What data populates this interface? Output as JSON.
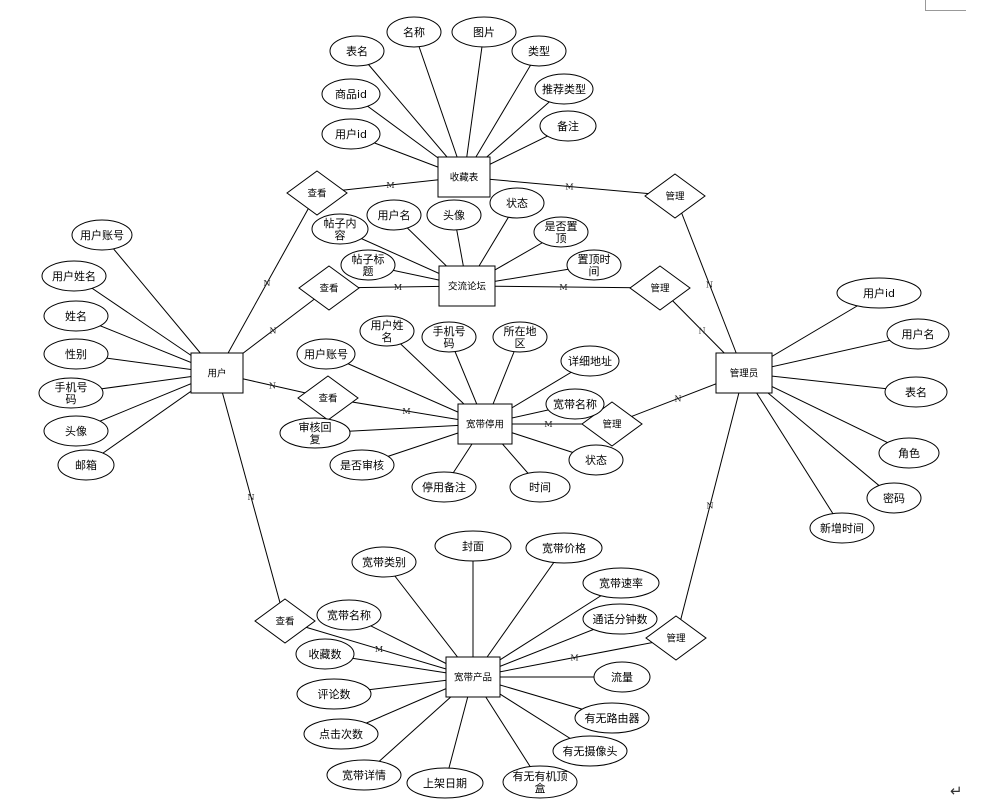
{
  "entities": [
    {
      "id": "fav",
      "label": "收藏表"
    },
    {
      "id": "forum",
      "label": "交流论坛"
    },
    {
      "id": "susp",
      "label": "宽带停用"
    },
    {
      "id": "user",
      "label": "用户"
    },
    {
      "id": "admin",
      "label": "管理员"
    },
    {
      "id": "prod",
      "label": "宽带产品"
    }
  ],
  "relations": [
    {
      "id": "r_fav_user",
      "label": "查看"
    },
    {
      "id": "r_forum_user",
      "label": "查看"
    },
    {
      "id": "r_susp_user",
      "label": "查看"
    },
    {
      "id": "r_prod_user",
      "label": "查看"
    },
    {
      "id": "r_fav_admin",
      "label": "管理"
    },
    {
      "id": "r_forum_admin",
      "label": "管理"
    },
    {
      "id": "r_susp_admin",
      "label": "管理"
    },
    {
      "id": "r_prod_admin",
      "label": "管理"
    }
  ],
  "attributes": [
    {
      "id": "a1",
      "lines": [
        "表名"
      ]
    },
    {
      "id": "a2",
      "lines": [
        "名称"
      ]
    },
    {
      "id": "a3",
      "lines": [
        "图片"
      ]
    },
    {
      "id": "a4",
      "lines": [
        "类型"
      ]
    },
    {
      "id": "a5",
      "lines": [
        "商品id"
      ]
    },
    {
      "id": "a6",
      "lines": [
        "推荐类型"
      ]
    },
    {
      "id": "a7",
      "lines": [
        "备注"
      ]
    },
    {
      "id": "a8",
      "lines": [
        "用户id"
      ]
    },
    {
      "id": "b1",
      "lines": [
        "帖子内",
        "容"
      ]
    },
    {
      "id": "b2",
      "lines": [
        "用户名"
      ]
    },
    {
      "id": "b3",
      "lines": [
        "头像"
      ]
    },
    {
      "id": "b4",
      "lines": [
        "状态"
      ]
    },
    {
      "id": "b5",
      "lines": [
        "是否置",
        "顶"
      ]
    },
    {
      "id": "b6",
      "lines": [
        "帖子标",
        "题"
      ]
    },
    {
      "id": "b7",
      "lines": [
        "置顶时",
        "间"
      ]
    },
    {
      "id": "c1",
      "lines": [
        "用户姓",
        "名"
      ]
    },
    {
      "id": "c2",
      "lines": [
        "手机号",
        "码"
      ]
    },
    {
      "id": "c3",
      "lines": [
        "所在地",
        "区"
      ]
    },
    {
      "id": "c4",
      "lines": [
        "用户账号"
      ]
    },
    {
      "id": "c5",
      "lines": [
        "详细地址"
      ]
    },
    {
      "id": "c6",
      "lines": [
        "宽带名称"
      ]
    },
    {
      "id": "c7",
      "lines": [
        "审核回",
        "复"
      ]
    },
    {
      "id": "c8",
      "lines": [
        "状态"
      ]
    },
    {
      "id": "c9",
      "lines": [
        "是否审核"
      ]
    },
    {
      "id": "c10",
      "lines": [
        "停用备注"
      ]
    },
    {
      "id": "c11",
      "lines": [
        "时间"
      ]
    },
    {
      "id": "u1",
      "lines": [
        "用户账号"
      ]
    },
    {
      "id": "u2",
      "lines": [
        "用户姓名"
      ]
    },
    {
      "id": "u3",
      "lines": [
        "姓名"
      ]
    },
    {
      "id": "u4",
      "lines": [
        "性别"
      ]
    },
    {
      "id": "u5",
      "lines": [
        "手机号",
        "码"
      ]
    },
    {
      "id": "u6",
      "lines": [
        "头像"
      ]
    },
    {
      "id": "u7",
      "lines": [
        "邮箱"
      ]
    },
    {
      "id": "m1",
      "lines": [
        "用户id"
      ]
    },
    {
      "id": "m2",
      "lines": [
        "用户名"
      ]
    },
    {
      "id": "m3",
      "lines": [
        "表名"
      ]
    },
    {
      "id": "m4",
      "lines": [
        "角色"
      ]
    },
    {
      "id": "m5",
      "lines": [
        "密码"
      ]
    },
    {
      "id": "m6",
      "lines": [
        "新增时间"
      ]
    },
    {
      "id": "p1",
      "lines": [
        "封面"
      ]
    },
    {
      "id": "p2",
      "lines": [
        "宽带类别"
      ]
    },
    {
      "id": "p3",
      "lines": [
        "宽带价格"
      ]
    },
    {
      "id": "p4",
      "lines": [
        "宽带速率"
      ]
    },
    {
      "id": "p5",
      "lines": [
        "宽带名称"
      ]
    },
    {
      "id": "p6",
      "lines": [
        "通话分钟数"
      ]
    },
    {
      "id": "p7",
      "lines": [
        "收藏数"
      ]
    },
    {
      "id": "p8",
      "lines": [
        "流量"
      ]
    },
    {
      "id": "p9",
      "lines": [
        "评论数"
      ]
    },
    {
      "id": "p10",
      "lines": [
        "有无路由器"
      ]
    },
    {
      "id": "p11",
      "lines": [
        "点击次数"
      ]
    },
    {
      "id": "p12",
      "lines": [
        "有无摄像头"
      ]
    },
    {
      "id": "p13",
      "lines": [
        "宽带详情"
      ]
    },
    {
      "id": "p14",
      "lines": [
        "上架日期"
      ]
    },
    {
      "id": "p15",
      "lines": [
        "有无有机顶",
        "盒"
      ]
    }
  ],
  "connections": [
    {
      "from": "fav",
      "to": "r_fav_user",
      "card": "M"
    },
    {
      "from": "r_fav_user",
      "to": "user",
      "card": "N"
    },
    {
      "from": "forum",
      "to": "r_forum_user",
      "card": "M"
    },
    {
      "from": "r_forum_user",
      "to": "user",
      "card": "N"
    },
    {
      "from": "susp",
      "to": "r_susp_user",
      "card": "M"
    },
    {
      "from": "r_susp_user",
      "to": "user",
      "card": "N"
    },
    {
      "from": "prod",
      "to": "r_prod_user",
      "card": "M"
    },
    {
      "from": "r_prod_user",
      "to": "user",
      "card": "N"
    },
    {
      "from": "fav",
      "to": "r_fav_admin",
      "card": "M"
    },
    {
      "from": "r_fav_admin",
      "to": "admin",
      "card": "N"
    },
    {
      "from": "forum",
      "to": "r_forum_admin",
      "card": "M"
    },
    {
      "from": "r_forum_admin",
      "to": "admin",
      "card": "N"
    },
    {
      "from": "susp",
      "to": "r_susp_admin",
      "card": "M"
    },
    {
      "from": "r_susp_admin",
      "to": "admin",
      "card": "N"
    },
    {
      "from": "prod",
      "to": "r_prod_admin",
      "card": "M"
    },
    {
      "from": "r_prod_admin",
      "to": "admin",
      "card": "N"
    }
  ],
  "paragraph_mark": "↵"
}
